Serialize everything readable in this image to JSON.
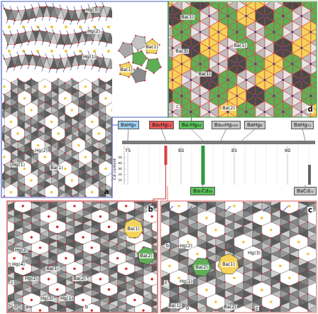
{
  "diagram": {
    "nodes": [
      {
        "text": [
          "BaHg₃"
        ]
      },
      {
        "text": [
          "Ba₃Hg₁₁"
        ]
      },
      {
        "text": [
          "Ba₇Hg₃₂"
        ]
      },
      {
        "text": [
          "Ba₂₀Hg₁₀₃"
        ]
      },
      {
        "text": [
          "BaHg₆"
        ]
      },
      {
        "text": [
          "BaHg₁₁"
        ]
      },
      {
        "text": [
          "Ba₇Cd₃₂"
        ]
      },
      {
        "text": [
          "BaCd₁₁"
        ]
      }
    ],
    "labels": [
      "Hg(3)",
      "Hg(2)",
      "Hg(1)",
      "Ba(1)",
      "Ba(1)",
      "Hg(1)",
      "Hg(2)",
      "Ba(1)",
      "a",
      "Ba(1)",
      "Ba(3)",
      "Ba(1)",
      "Ba(1)",
      "Ba(2)",
      "c",
      "d",
      "75",
      "80",
      "85",
      "90",
      "50",
      "40",
      "30",
      "20",
      "10",
      "Cd content",
      "b",
      "Ba(1)",
      "Ba(2)",
      "Hg(2)",
      "Hg(4)",
      "Ba(1)",
      "Ba(2)",
      "Hg(2)",
      "Hg(3)",
      "Hg(1)",
      "c",
      "0",
      "a",
      "b",
      "c",
      "b",
      "Hg(2)",
      "Ba(2)",
      "Ba(1)",
      "Hg(3)",
      "Hg(1)",
      "c",
      "Ba(1)",
      "0",
      "Ba(2)",
      "c"
    ]
  }
}
